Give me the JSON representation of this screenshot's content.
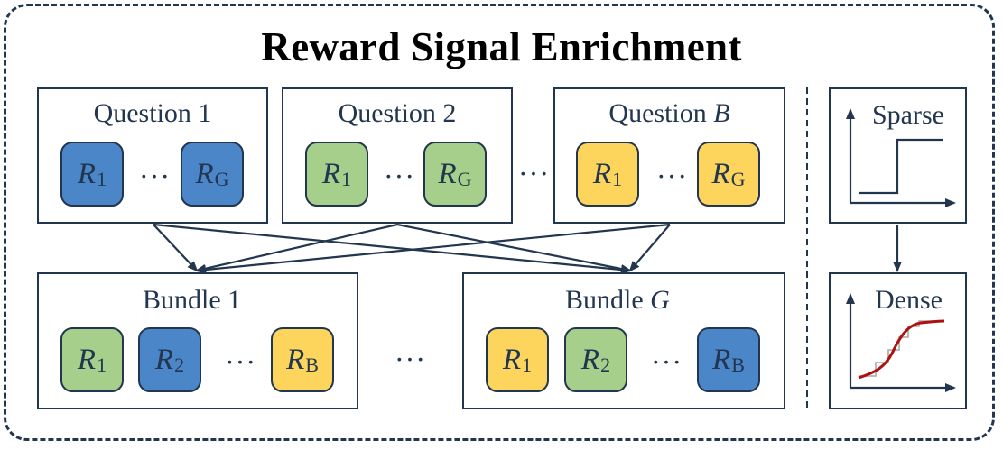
{
  "title": "Reward Signal Enrichment",
  "questions": [
    {
      "label": "Question ",
      "suffix": "1",
      "suffix_italic": false,
      "chips": [
        {
          "letter": "R",
          "sub": "1",
          "color": "blue"
        },
        {
          "letter": "R",
          "sub": "G",
          "color": "blue"
        }
      ]
    },
    {
      "label": "Question ",
      "suffix": "2",
      "suffix_italic": false,
      "chips": [
        {
          "letter": "R",
          "sub": "1",
          "color": "green"
        },
        {
          "letter": "R",
          "sub": "G",
          "color": "green"
        }
      ]
    },
    {
      "label": "Question ",
      "suffix": "B",
      "suffix_italic": true,
      "chips": [
        {
          "letter": "R",
          "sub": "1",
          "color": "yellow"
        },
        {
          "letter": "R",
          "sub": "G",
          "color": "yellow"
        }
      ]
    }
  ],
  "bundles": [
    {
      "label": "Bundle ",
      "suffix": "1",
      "suffix_italic": false,
      "chips": [
        {
          "letter": "R",
          "sub": "1",
          "color": "green"
        },
        {
          "letter": "R",
          "sub": "2",
          "color": "blue"
        },
        {
          "letter": "R",
          "sub": "B",
          "color": "yellow"
        }
      ]
    },
    {
      "label": "Bundle ",
      "suffix": "G",
      "suffix_italic": true,
      "chips": [
        {
          "letter": "R",
          "sub": "1",
          "color": "yellow"
        },
        {
          "letter": "R",
          "sub": "2",
          "color": "green"
        },
        {
          "letter": "R",
          "sub": "B",
          "color": "blue"
        }
      ]
    }
  ],
  "ellipsis": "···",
  "sparse_label": "Sparse",
  "dense_label": "Dense",
  "colors": {
    "blue": "#4a86c8",
    "green": "#a6cf8b",
    "yellow": "#fdd55c",
    "line": "#22364f",
    "curve": "#b01010"
  }
}
